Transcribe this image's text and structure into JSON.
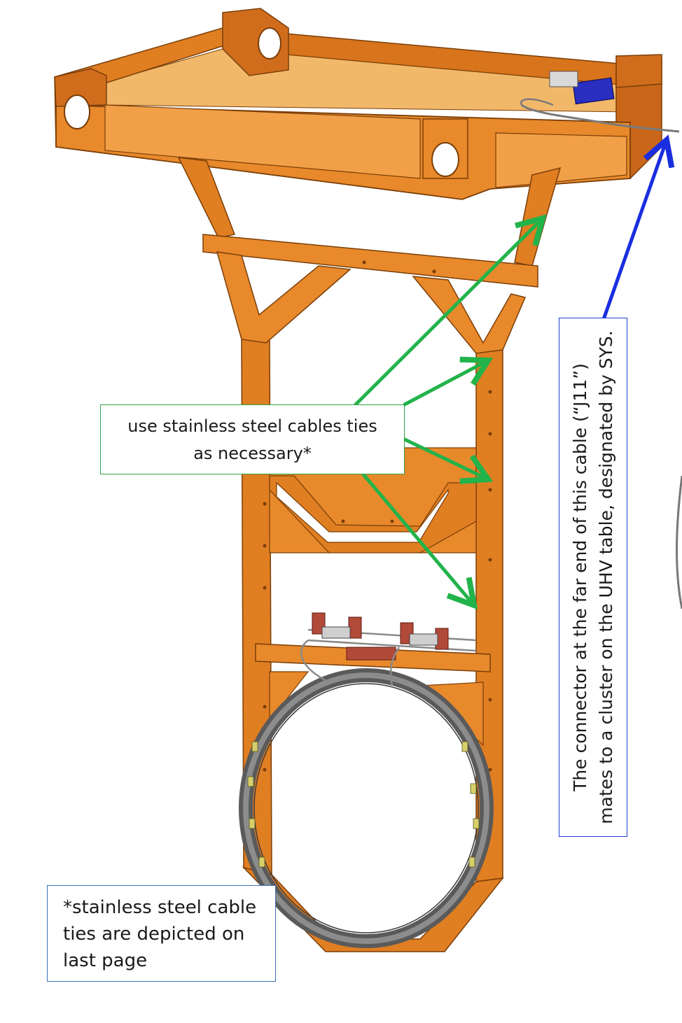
{
  "callouts": {
    "cable_ties": {
      "line1": "use stainless steel cables ties",
      "line2": "as necessary*"
    },
    "footnote": {
      "line1": "*stainless steel cable",
      "line2": "ties are depicted on",
      "line3": "last page"
    },
    "connector": {
      "line1": "The connector at the far end of this cable (“J11”)",
      "line2": "mates to a cluster on the UHV table, designated by SYS."
    }
  },
  "colors": {
    "frame": "#e07e22",
    "frame_dark": "#b85f12",
    "frame_light": "#f0a04a",
    "ring": "#6e6e6e",
    "ring_dark": "#4a4a4a",
    "bracket": "#b24a3a",
    "blue_block": "#2a2fc0",
    "green_arrow": "#22b34a",
    "blue_arrow": "#1a2ee0",
    "cable": "#8a8a8a"
  }
}
